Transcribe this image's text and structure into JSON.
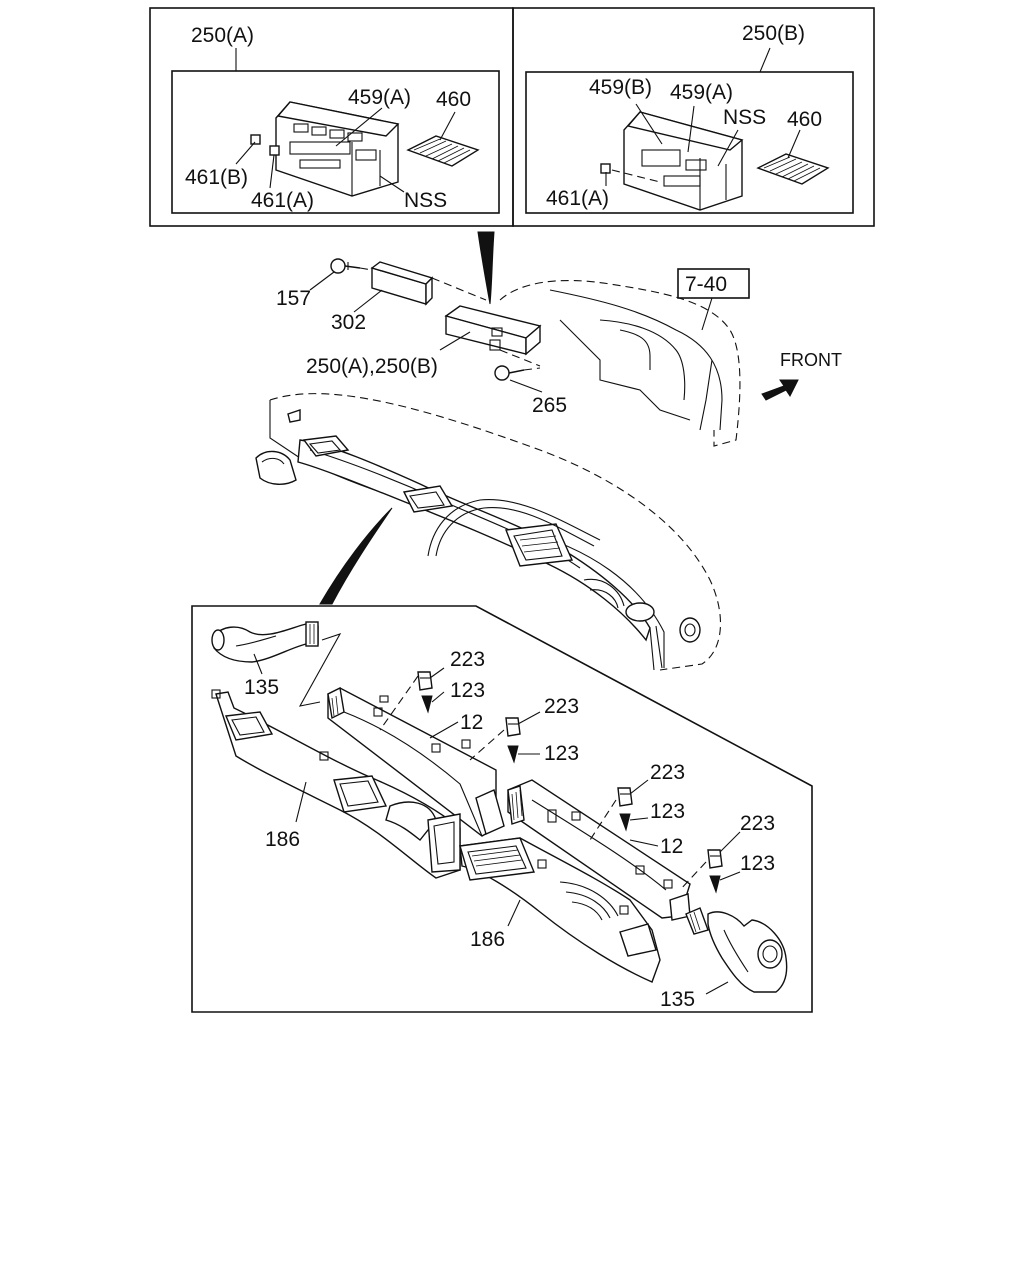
{
  "diagram": {
    "labels": {
      "ref_250a": "250(A)",
      "ref_250b": "250(B)",
      "a_459a": "459(A)",
      "a_460": "460",
      "a_461b": "461(B)",
      "a_461a": "461(A)",
      "a_nss": "NSS",
      "b_459b": "459(B)",
      "b_459a": "459(A)",
      "b_nss": "NSS",
      "b_460": "460",
      "b_461a": "461(A)",
      "m_157": "157",
      "m_302": "302",
      "m_250ab": "250(A),250(B)",
      "m_265": "265",
      "m_740": "7-40",
      "m_front": "FRONT",
      "d_135_top": "135",
      "d_223_1": "223",
      "d_123_1": "123",
      "d_12_1": "12",
      "d_223_2": "223",
      "d_123_2": "123",
      "d_186_left": "186",
      "d_223_3": "223",
      "d_123_3": "123",
      "d_12_2": "12",
      "d_223_4": "223",
      "d_123_4": "123",
      "d_186_right": "186",
      "d_135_bottom": "135"
    }
  }
}
